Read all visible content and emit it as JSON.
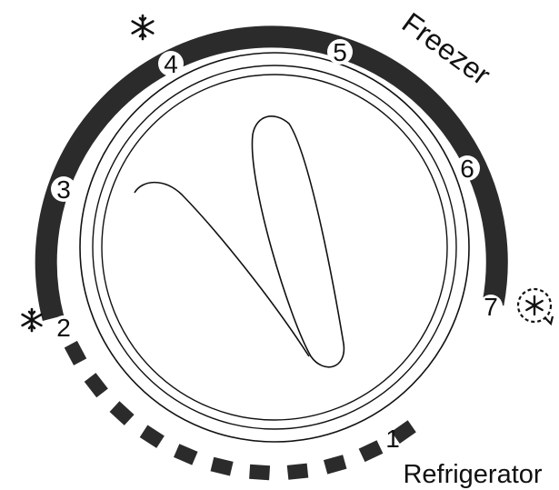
{
  "dial": {
    "settings": [
      "1",
      "2",
      "3",
      "4",
      "5",
      "6",
      "7"
    ],
    "freezer_label": "Freezer",
    "refrigerator_label": "Refrigerator",
    "icons": {
      "snowflake_at_2": "snowflake-icon",
      "snowflake_at_4": "snowflake-icon",
      "defrost_at_7": "defrost-snowflake-icon"
    },
    "colors": {
      "arc": "#2b2b2b",
      "ink": "#111111",
      "background": "#ffffff"
    }
  }
}
